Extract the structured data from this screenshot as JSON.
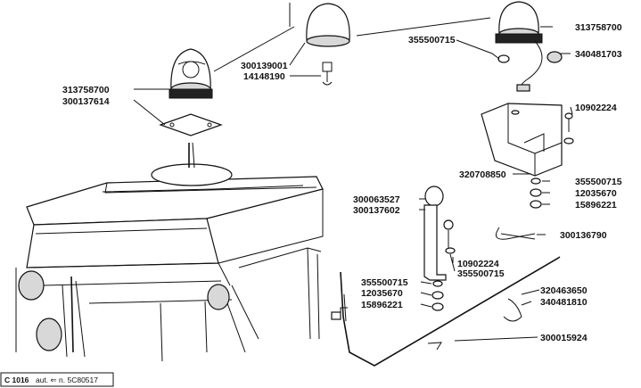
{
  "parts": {
    "p313758700_left": "313758700",
    "p300137614": "300137614",
    "p300139001": "300139001",
    "p14148190": "14148190",
    "p355500715_top": "355500715",
    "p313758700_right": "313758700",
    "p340481703": "340481703",
    "p10902224_top": "10902224",
    "p320708850": "320708850",
    "p355500715_mid": "355500715",
    "p12035670_mid": "12035670",
    "p15896221_mid": "15896221",
    "p300063527": "300063527",
    "p300137602": "300137602",
    "p300136790": "300136790",
    "p10902224_low": "10902224",
    "p355500715_low": "355500715",
    "p355500715_left": "355500715",
    "p12035670_left": "12035670",
    "p15896221_left": "15896221",
    "p320463650": "320463650",
    "p340481810": "340481810",
    "p300015924": "300015924"
  },
  "footer": {
    "code": "C 1016",
    "note": "aut. ⇐ n. 5C80517"
  }
}
